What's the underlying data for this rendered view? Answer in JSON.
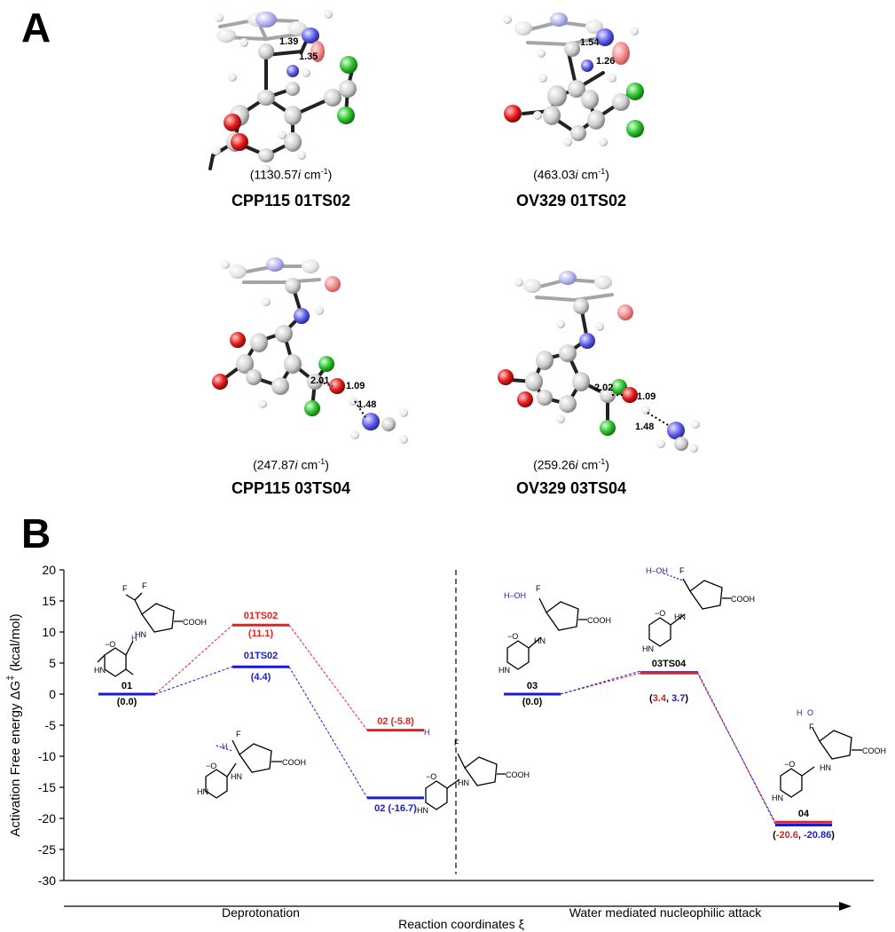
{
  "panel_a": {
    "letter": "A",
    "structures": [
      {
        "freq_pre": "(1130.57",
        "freq_i": "i",
        "freq_post": " cm",
        "freq_sup": "-1",
        "freq_close": ")",
        "name": "CPP115 01TS02",
        "distances": [
          "1.39",
          "1.35"
        ]
      },
      {
        "freq_pre": "(463.03",
        "freq_i": "i",
        "freq_post": " cm",
        "freq_sup": "-1",
        "freq_close": ")",
        "name": "OV329 01TS02",
        "distances": [
          "1.54",
          "1.26"
        ]
      },
      {
        "freq_pre": "(247.87",
        "freq_i": "i",
        "freq_post": " cm",
        "freq_sup": "-1",
        "freq_close": ")",
        "name": "CPP115 03TS04",
        "distances": [
          "2.01",
          "1.09",
          "1.48"
        ]
      },
      {
        "freq_pre": "(259.26",
        "freq_i": "i",
        "freq_post": " cm",
        "freq_sup": "-1",
        "freq_close": ")",
        "name": "OV329 03TS04",
        "distances": [
          "2.02",
          "1.09",
          "1.48"
        ]
      }
    ]
  },
  "panel_b": {
    "letter": "B"
  },
  "colors": {
    "red": "#e8201c",
    "blue": "#1a1ad6",
    "black": "#000000"
  },
  "chart_data": {
    "type": "line",
    "ylabel": "Activation Free energy ΔG‡ (kcal/mol)",
    "ylabel_main": "Activation Free energy ΔG",
    "ylabel_sup": "‡",
    "ylabel_unit": " (kcal/mol)",
    "xlabel": "Reaction coordinates ξ",
    "ylim": [
      -30,
      20
    ],
    "yticks": [
      20,
      15,
      10,
      5,
      0,
      -5,
      -10,
      -15,
      -20,
      -25,
      -30
    ],
    "sections": [
      "Deprotonation",
      "Water mediated nucleophilic attack"
    ],
    "series": [
      {
        "name": "CPP115",
        "color": "#e8201c",
        "states": [
          "01",
          "01TS02",
          "02",
          "03",
          "03TS04",
          "04"
        ],
        "values": [
          0.0,
          11.1,
          -5.8,
          0.0,
          3.4,
          -20.6
        ]
      },
      {
        "name": "OV329",
        "color": "#1a1ad6",
        "states": [
          "01",
          "01TS02",
          "02",
          "03",
          "03TS04",
          "04"
        ],
        "values": [
          0.0,
          4.4,
          -16.7,
          0.0,
          3.7,
          -20.86
        ]
      }
    ],
    "labels": {
      "s01": "01",
      "s01_val": "(0.0)",
      "ts12_red": "01TS02",
      "ts12_red_val": "(11.1)",
      "ts12_blue": "01TS02",
      "ts12_blue_val": "(4.4)",
      "s02_red": "02 (-5.8)",
      "s02_blue": "02 (-16.7)",
      "s03": "03",
      "s03_val": "(0.0)",
      "ts34": "03TS04",
      "ts34_open": "(",
      "ts34_red": "3.4",
      "ts34_sep": ", ",
      "ts34_blue": "3.7",
      "ts34_close": ")",
      "s04": "04",
      "s04_open": "(",
      "s04_red": "-20.6",
      "s04_sep": ", ",
      "s04_blue": "-20.86",
      "s04_close": ")"
    },
    "scheme_text": {
      "cooh": "COOH",
      "f": "F",
      "h": "H",
      "hn": "HN",
      "o_minus": "−O",
      "oh": "H–OH",
      "h_oh": "H–OH",
      "ho": "O",
      "plus": "+"
    }
  }
}
